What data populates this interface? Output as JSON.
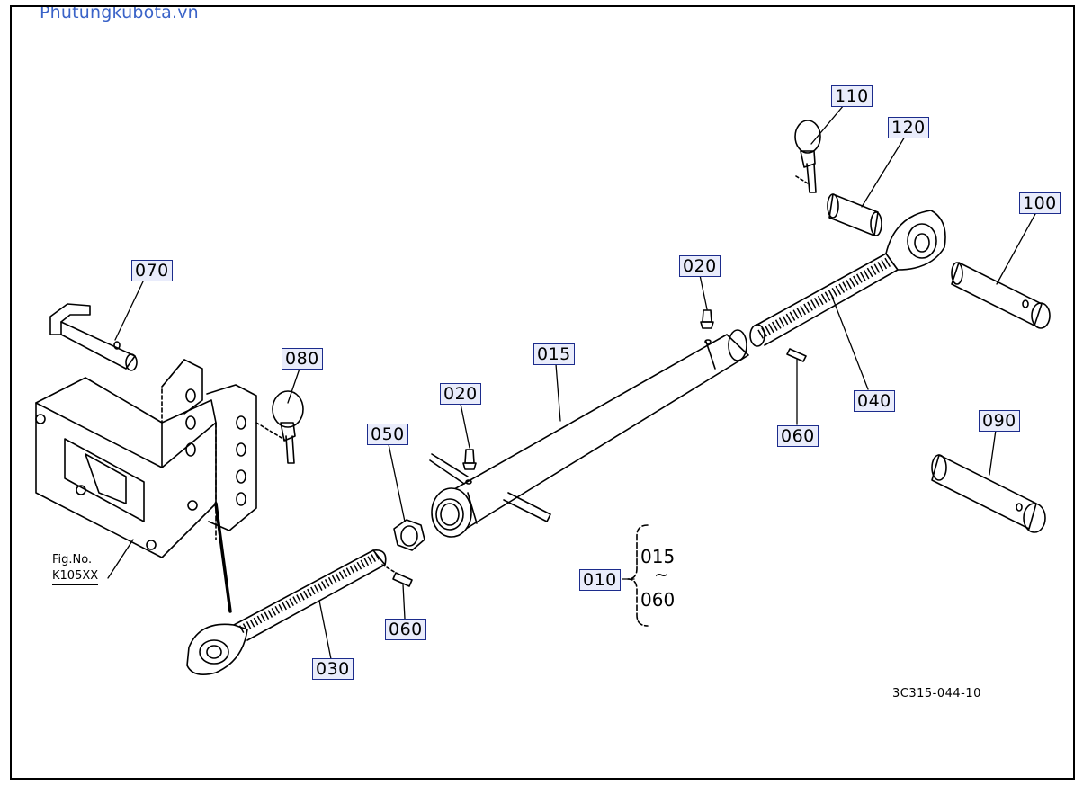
{
  "watermark": "Phutungkubota.vn",
  "fig_ref": {
    "line1": "Fig.No.",
    "line2": "K105XX"
  },
  "callouts": {
    "c070": "070",
    "c080": "080",
    "c050": "050",
    "c020a": "020",
    "c015": "015",
    "c020b": "020",
    "c110": "110",
    "c120": "120",
    "c100": "100",
    "c040": "040",
    "c060a": "060",
    "c090": "090",
    "c010": "010",
    "c060b": "060",
    "c030": "030"
  },
  "range": {
    "from": "015",
    "tilde": "~",
    "to": "060"
  },
  "drawing_number": "3C315-044-10",
  "colors": {
    "label_fill": "#e9ecfb",
    "label_border": "#1c2c8c",
    "watermark": "#3a63c8"
  }
}
